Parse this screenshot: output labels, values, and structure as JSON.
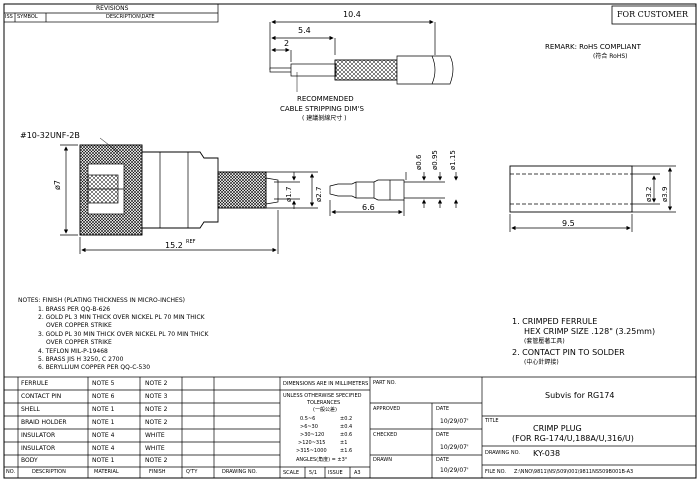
{
  "header": {
    "revisions": "REVISIONS",
    "iss": "ISS",
    "symbol": "SYMBOL",
    "description_date": "DESCRIPTION\\DATE",
    "for_customer": "FOR CUSTOMER"
  },
  "dims": {
    "d10_4": "10.4",
    "d5_4": "5.4",
    "d2": "2",
    "d15_2": "15.2",
    "ref": "REF",
    "d7": "ø7",
    "d1_7": "ø1.7",
    "d2_7": "ø2.7",
    "d6_6": "6.6",
    "d0_6": "ø0.6",
    "d0_95": "ø0.95",
    "d1_15": "ø1.15",
    "d9_5": "9.5",
    "d3_2": "ø3.2",
    "d3_9": "ø3.9",
    "thread": "#10-32UNF-2B"
  },
  "strip": {
    "line1": "RECOMMENDED",
    "line2": "CABLE STRIPPING DIM'S",
    "line3": "( 建議剝線尺寸 )"
  },
  "remark": {
    "line1": "REMARK: RoHS COMPLIANT",
    "line2": "(符合 RoHS)"
  },
  "notes": [
    "NOTES: FINISH (PLATING THICKNESS IN MICRO-INCHES)",
    "1. BRASS PER QQ-B-626",
    "2. GOLD PL 3 MIN THICK OVER NICKEL PL 70 MIN THICK",
    "OVER COPPER STRIKE",
    "3. GOLD PL 30 MIN THICK OVER NICKEL PL 70 MIN THICK",
    "OVER COPPER STRIKE",
    "4. TEFLON MIL-P-19468",
    "5. BRASS JIS H 3250, C 2700",
    "6. BERYLLIUM COPPER PER QQ-C-530"
  ],
  "instructions": {
    "i1a": "1. CRIMPED FERRULE",
    "i1b": "HEX CRIMP SIZE .128\" (3.25mm)",
    "i1c": "(套管壓著工具)",
    "i2a": "2. CONTACT PIN TO SOLDER",
    "i2b": "(中心針銲接)"
  },
  "bom": {
    "rows": [
      {
        "desc": "FERRULE",
        "material": "NOTE 5",
        "finish": "NOTE 2"
      },
      {
        "desc": "CONTACT PIN",
        "material": "NOTE 6",
        "finish": "NOTE 3"
      },
      {
        "desc": "SHELL",
        "material": "NOTE 1",
        "finish": "NOTE 2"
      },
      {
        "desc": "BRAID HOLDER",
        "material": "NOTE 1",
        "finish": "NOTE 2"
      },
      {
        "desc": "INSULATOR",
        "material": "NOTE 4",
        "finish": "WHITE"
      },
      {
        "desc": "INSULATOR",
        "material": "NOTE 4",
        "finish": "WHITE"
      },
      {
        "desc": "BODY",
        "material": "NOTE 1",
        "finish": "NOTE 2"
      }
    ],
    "headers": {
      "no": "NO.",
      "description": "DESCRIPTION",
      "material": "MATERIAL",
      "finish": "FINISH",
      "qty": "Q'TY",
      "drawing_no": "DRAWING NO."
    }
  },
  "tolerance": {
    "dims_mm": "DIMENSIONS ARE IN MILLIMETERS",
    "unless": "UNLESS OTHERWISE SPECIFIED",
    "tolerances": "TOLERANCES",
    "cn": "(一般公差)",
    "r1": "0.5~6",
    "v1": "±0.2",
    "r2": ">6~30",
    "v2": "±0.4",
    "r3": ">30~120",
    "v3": "±0.6",
    "r4": ">120~315",
    "v4": "±1",
    "r5": ">315~1000",
    "v5": "±1.6",
    "angles": "ANGLES(角度) = ±3°",
    "scale": "SCALE",
    "scale_val": "5/1",
    "issue": "ISSUE",
    "issue_val": "A3"
  },
  "approval": {
    "part_no": "PART NO.",
    "approved": "APPROVED",
    "checked": "CHECKED",
    "drawn": "DRAWN",
    "date": "DATE",
    "date1": "10/29/07'",
    "date2": "10/29/07'",
    "date3": "10/29/07'"
  },
  "title": {
    "subvis": "Subvis for RG174",
    "title_label": "TITLE",
    "line1": "CRIMP PLUG",
    "line2": "(FOR RG-174/U,188A/U,316/U)",
    "drawing_no_label": "DRAWING NO.",
    "drawing_no": "KY-038",
    "file_no_label": "FILE NO.",
    "file_no": "Z:\\NNO\\9811\\NS\\509\\001\\9811NS509B001B-A3"
  }
}
